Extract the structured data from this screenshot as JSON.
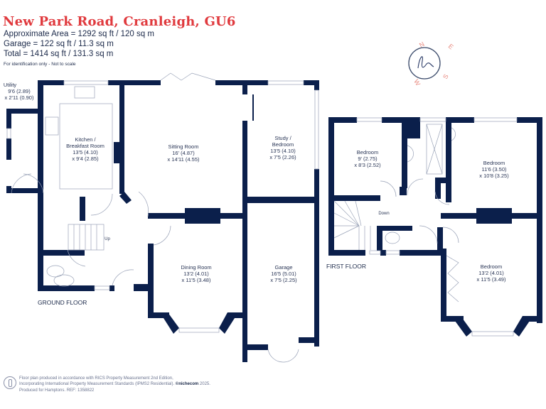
{
  "header": {
    "title": "New Park Road, Cranleigh, GU6",
    "approx_area": "Approximate Area = 1292 sq ft / 120 sq m",
    "garage_area": "Garage = 122 sq ft / 11.3 sq m",
    "total_area": "Total = 1414 sq ft / 131.3 sq m",
    "note": "For identification only - Not to scale"
  },
  "compass": {
    "n": "N",
    "e": "E",
    "s": "S",
    "w": "W",
    "logo": "h"
  },
  "ground_floor": {
    "label": "GROUND FLOOR",
    "rooms": [
      {
        "name": "Utility",
        "dim1": "9'6 (2.89)",
        "dim2": "x 2'11 (0.90)"
      },
      {
        "name_line1": "Kitchen /",
        "name_line2": "Breakfast Room",
        "dim1": "13'5 (4.10)",
        "dim2": "x 9'4 (2.85)"
      },
      {
        "name": "Sitting Room",
        "dim1": "16' (4.87)",
        "dim2": "x 14'11 (4.55)"
      },
      {
        "name_line1": "Study /",
        "name_line2": "Bedroom",
        "dim1": "13'5 (4.10)",
        "dim2": "x 7'5 (2.26)"
      },
      {
        "name": "Dining Room",
        "dim1": "13'2 (4.01)",
        "dim2": "x 11'5 (3.48)"
      },
      {
        "name": "Garage",
        "dim1": "16'5 (5.01)",
        "dim2": "x 7'5 (2.25)"
      }
    ],
    "stairs_label": "Up"
  },
  "first_floor": {
    "label": "FIRST FLOOR",
    "rooms": [
      {
        "name": "Bedroom",
        "dim1": "9' (2.75)",
        "dim2": "x 8'3 (2.52)"
      },
      {
        "name": "Bedroom",
        "dim1": "11'6 (3.50)",
        "dim2": "x 10'8 (3.25)"
      },
      {
        "name": "Bedroom",
        "dim1": "13'2 (4.01)",
        "dim2": "x 11'5 (3.49)"
      }
    ],
    "stairs_label": "Down"
  },
  "footer": {
    "line1": "Floor plan produced in accordance with RICS Property Measurement 2nd Edition,",
    "line2": "Incorporating International Property Measurement Standards (IPMS2 Residential).",
    "brand": "©nichecom",
    "year": "2025.",
    "line3": "Produced for Hamptons.  REF: 1358822"
  },
  "colors": {
    "wall": "#0b1f4b",
    "title": "#e03a3e",
    "text": "#1c2a4a",
    "compass_letters": "#e8897f"
  }
}
